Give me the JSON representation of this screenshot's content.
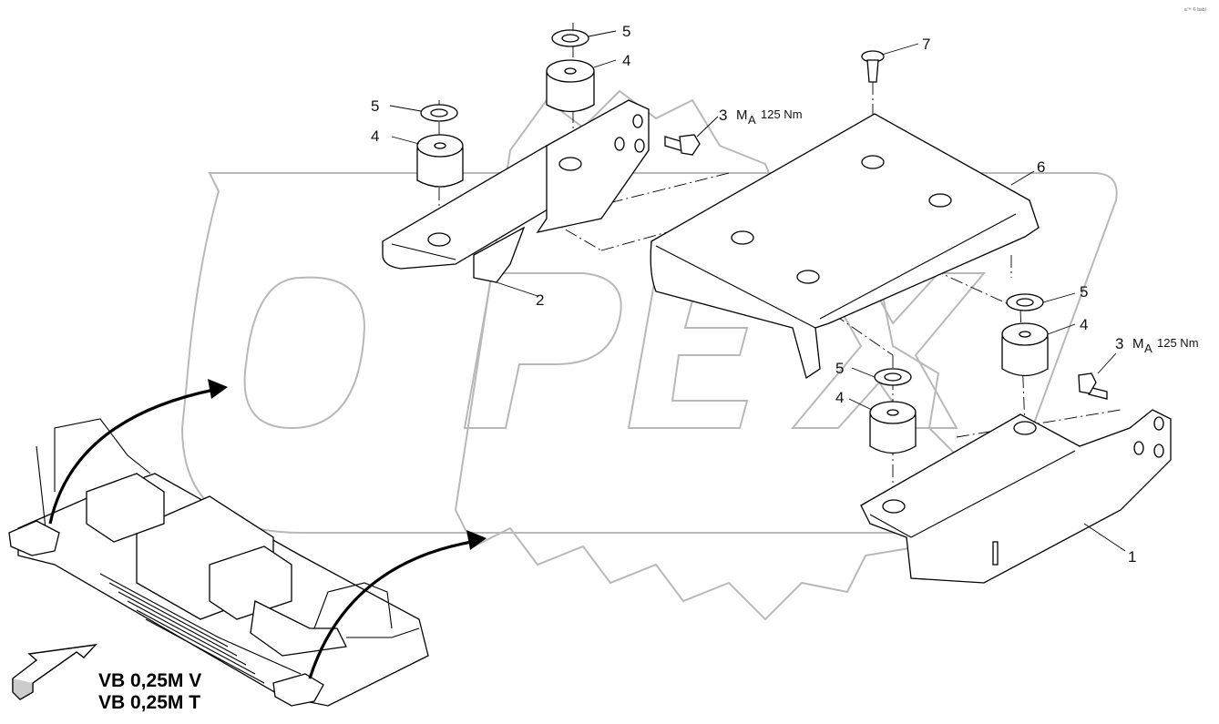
{
  "watermark": {
    "brand": "OPEX",
    "corner_text": "a™ © babl"
  },
  "callouts": [
    {
      "id": "c5a",
      "number": "5"
    },
    {
      "id": "c4a",
      "number": "4"
    },
    {
      "id": "c5b",
      "number": "5"
    },
    {
      "id": "c4b",
      "number": "4"
    },
    {
      "id": "c3a",
      "number": "3"
    },
    {
      "id": "c7",
      "number": "7"
    },
    {
      "id": "c6",
      "number": "6"
    },
    {
      "id": "c2",
      "number": "2"
    },
    {
      "id": "c5c",
      "number": "5"
    },
    {
      "id": "c4c",
      "number": "4"
    },
    {
      "id": "c3b",
      "number": "3"
    },
    {
      "id": "c5d",
      "number": "5"
    },
    {
      "id": "c4d",
      "number": "4"
    },
    {
      "id": "c1",
      "number": "1"
    }
  ],
  "torque": {
    "symbol": "M",
    "subscript": "A",
    "value": "125 Nm"
  },
  "variants": [
    "VB 0,25M V",
    "VB 0,25M T"
  ],
  "icons": {
    "direction_arrow": "hollow-arrow-icon",
    "pointer_arrows": "curved-arrow-icon"
  }
}
